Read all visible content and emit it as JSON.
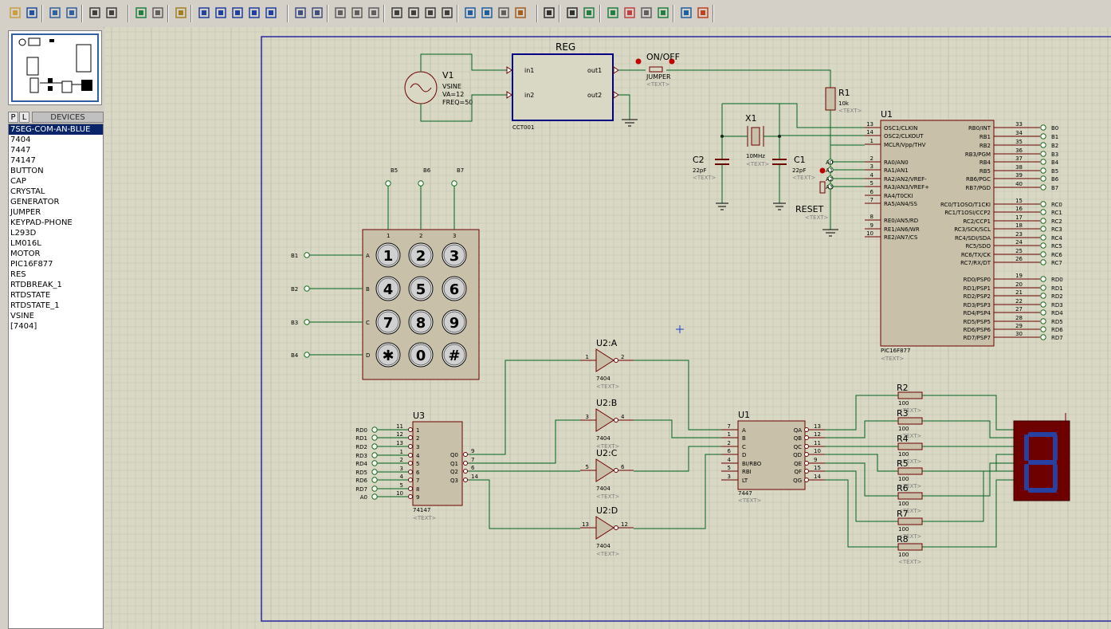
{
  "toolbar": {
    "buttons": [
      "open-folder-icon",
      "save-icon",
      "import-icon",
      "export-icon",
      "print-icon",
      "page-icon",
      "refresh-icon",
      "grid-icon",
      "origin-icon",
      "pan-icon",
      "zoom-in-icon",
      "zoom-out-icon",
      "zoom-all-icon",
      "zoom-area-icon",
      "undo-icon",
      "redo-icon",
      "cut-icon",
      "copy-icon",
      "paste-icon",
      "block-copy-icon",
      "block-move-icon",
      "block-rotate-icon",
      "block-delete-icon",
      "pick-device-icon",
      "make-device-icon",
      "decompose-icon",
      "wire-autorouter-icon",
      "search-tag-icon",
      "property-tool-icon",
      "netlist-icon",
      "bom-icon",
      "erc-icon",
      "delete-sheet-icon",
      "sheet-icon",
      "simulate-icon",
      "ares-icon"
    ]
  },
  "panel": {
    "tab_p": "P",
    "tab_l": "L",
    "header": "DEVICES",
    "devices": [
      "7SEG-COM-AN-BLUE",
      "7404",
      "7447",
      "74147",
      "BUTTON",
      "CAP",
      "CRYSTAL",
      "GENERATOR",
      "JUMPER",
      "KEYPAD-PHONE",
      "L293D",
      "LM016L",
      "MOTOR",
      "PIC16F877",
      "RES",
      "RTDBREAK_1",
      "RTDSTATE",
      "RTDSTATE_1",
      "VSINE",
      "[7404]"
    ]
  },
  "schematic": {
    "reg": {
      "label": "REG",
      "in1": "in1",
      "in2": "in2",
      "out1": "out1",
      "out2": "out2",
      "ref": "CCT001"
    },
    "v1": {
      "ref": "V1",
      "type": "VSINE",
      "va": "VA=12",
      "freq": "FREQ=50"
    },
    "switch": {
      "label": "ON/OFF",
      "type": "JUMPER",
      "text": "<TEXT>"
    },
    "r1": {
      "ref": "R1",
      "value": "10k",
      "text": "<TEXT>"
    },
    "x1": {
      "ref": "X1",
      "value": "10MHz",
      "text": "<TEXT>"
    },
    "c2": {
      "ref": "C2",
      "value": "22pF",
      "text": "<TEXT>"
    },
    "c1": {
      "ref": "C1",
      "value": "22pF",
      "text": "<TEXT>"
    },
    "reset": {
      "label": "RESET",
      "text": "<TEXT>"
    },
    "pic": {
      "ref": "U1",
      "part": "PIC16F877",
      "text": "<TEXT>",
      "left_pins": [
        {
          "num": "13",
          "name": "OSC1/CLKIN"
        },
        {
          "num": "14",
          "name": "OSC2/CLKOUT"
        },
        {
          "num": "1",
          "name": "MCLR/Vpp/THV"
        },
        {
          "num": "2",
          "name": "RA0/AN0"
        },
        {
          "num": "3",
          "name": "RA1/AN1"
        },
        {
          "num": "4",
          "name": "RA2/AN2/VREF-"
        },
        {
          "num": "5",
          "name": "RA3/AN3/VREF+"
        },
        {
          "num": "6",
          "name": "RA4/T0CKI"
        },
        {
          "num": "7",
          "name": "RA5/AN4/SS"
        },
        {
          "num": "8",
          "name": "RE0/AN5/RD"
        },
        {
          "num": "9",
          "name": "RE1/AN6/WR"
        },
        {
          "num": "10",
          "name": "RE2/AN7/CS"
        }
      ],
      "right_pins": [
        {
          "num": "33",
          "name": "RB0/INT",
          "net": "B0"
        },
        {
          "num": "34",
          "name": "RB1",
          "net": "B1"
        },
        {
          "num": "35",
          "name": "RB2",
          "net": "B2"
        },
        {
          "num": "36",
          "name": "RB3/PGM",
          "net": "B3"
        },
        {
          "num": "37",
          "name": "RB4",
          "net": "B4"
        },
        {
          "num": "38",
          "name": "RB5",
          "net": "B5"
        },
        {
          "num": "39",
          "name": "RB6/PGC",
          "net": "B6"
        },
        {
          "num": "40",
          "name": "RB7/PGD",
          "net": "B7"
        },
        {
          "num": "15",
          "name": "RC0/T1OSO/T1CKI",
          "net": "RC0"
        },
        {
          "num": "16",
          "name": "RC1/T1OSI/CCP2",
          "net": "RC1"
        },
        {
          "num": "17",
          "name": "RC2/CCP1",
          "net": "RC2"
        },
        {
          "num": "18",
          "name": "RC3/SCK/SCL",
          "net": "RC3"
        },
        {
          "num": "23",
          "name": "RC4/SDI/SDA",
          "net": "RC4"
        },
        {
          "num": "24",
          "name": "RC5/SDO",
          "net": "RC5"
        },
        {
          "num": "25",
          "name": "RC6/TX/CK",
          "net": "RC6"
        },
        {
          "num": "26",
          "name": "RC7/RX/DT",
          "net": "RC7"
        },
        {
          "num": "19",
          "name": "RD0/PSP0",
          "net": "RD0"
        },
        {
          "num": "20",
          "name": "RD1/PSP1",
          "net": "RD1"
        },
        {
          "num": "21",
          "name": "RD2/PSP2",
          "net": "RD2"
        },
        {
          "num": "22",
          "name": "RD3/PSP3",
          "net": "RD3"
        },
        {
          "num": "27",
          "name": "RD4/PSP4",
          "net": "RD4"
        },
        {
          "num": "28",
          "name": "RD5/PSP5",
          "net": "RD5"
        },
        {
          "num": "29",
          "name": "RD6/PSP6",
          "net": "RD6"
        },
        {
          "num": "30",
          "name": "RD7/PSP7",
          "net": "RD7"
        }
      ],
      "ra_nets": [
        "A0",
        "A1",
        "A2",
        "A3"
      ]
    },
    "keypad": {
      "cols": [
        "B5",
        "B6",
        "B7"
      ],
      "col_nums": [
        "1",
        "2",
        "3"
      ],
      "rows": [
        "B1",
        "B2",
        "B3",
        "B4"
      ],
      "row_letters": [
        "A",
        "B",
        "C",
        "D"
      ],
      "keys": [
        "1",
        "2",
        "3",
        "4",
        "5",
        "6",
        "7",
        "8",
        "9",
        "✱",
        "0",
        "#"
      ]
    },
    "u3": {
      "ref": "U3",
      "part": "74147",
      "text": "<TEXT>",
      "inputs": [
        {
          "net": "RD0",
          "num": "11",
          "pin": "1"
        },
        {
          "net": "RD1",
          "num": "12",
          "pin": "2"
        },
        {
          "net": "RD2",
          "num": "13",
          "pin": "3"
        },
        {
          "net": "RD3",
          "num": "1",
          "pin": "4"
        },
        {
          "net": "RD4",
          "num": "2",
          "pin": "5"
        },
        {
          "net": "RD5",
          "num": "3",
          "pin": "6"
        },
        {
          "net": "RD6",
          "num": "4",
          "pin": "7"
        },
        {
          "net": "RD7",
          "num": "5",
          "pin": "8"
        },
        {
          "net": "A0",
          "num": "10",
          "pin": "9"
        }
      ],
      "outputs": [
        {
          "name": "Q0",
          "num": "9"
        },
        {
          "name": "Q1",
          "num": "7"
        },
        {
          "name": "Q2",
          "num": "6"
        },
        {
          "name": "Q3",
          "num": "14"
        }
      ]
    },
    "gates": [
      {
        "ref": "U2:A",
        "in": "1",
        "out": "2",
        "part": "7404",
        "text": "<TEXT>"
      },
      {
        "ref": "U2:B",
        "in": "3",
        "out": "4",
        "part": "7404",
        "text": "<TEXT>"
      },
      {
        "ref": "U2:C",
        "in": "5",
        "out": "6",
        "part": "7404",
        "text": "<TEXT>"
      },
      {
        "ref": "U2:D",
        "in": "13",
        "out": "12",
        "part": "7404",
        "text": "<TEXT>"
      }
    ],
    "u1b": {
      "ref": "U1",
      "part": "7447",
      "text": "<TEXT>",
      "inputs": [
        {
          "num": "7",
          "name": "A"
        },
        {
          "num": "1",
          "name": "B"
        },
        {
          "num": "2",
          "name": "C"
        },
        {
          "num": "6",
          "name": "D"
        },
        {
          "num": "4",
          "name": "BI/RBO"
        },
        {
          "num": "5",
          "name": "RBI"
        },
        {
          "num": "3",
          "name": "LT"
        }
      ],
      "outputs": [
        {
          "num": "13",
          "name": "QA"
        },
        {
          "num": "12",
          "name": "QB"
        },
        {
          "num": "11",
          "name": "QC"
        },
        {
          "num": "10",
          "name": "QD"
        },
        {
          "num": "9",
          "name": "QE"
        },
        {
          "num": "15",
          "name": "QF"
        },
        {
          "num": "14",
          "name": "QG"
        }
      ]
    },
    "resistors": [
      {
        "ref": "R2",
        "value": "100",
        "text": "<TEXT>"
      },
      {
        "ref": "R3",
        "value": "100",
        "text": "<TEXT>"
      },
      {
        "ref": "R4",
        "value": "100",
        "text": "<TEXT>"
      },
      {
        "ref": "R5",
        "value": "100",
        "text": "<TEXT>"
      },
      {
        "ref": "R6",
        "value": "100",
        "text": "<TEXT>"
      },
      {
        "ref": "R7",
        "value": "100",
        "text": "<TEXT>"
      },
      {
        "ref": "R8",
        "value": "100",
        "text": "<TEXT>"
      }
    ],
    "display": {
      "digit": "8"
    }
  },
  "colors": {
    "wire": "#00641e",
    "body": "#c8c0a8",
    "outline": "#6e0000",
    "pin": "#6e0000",
    "sheet": "#2828a0",
    "grid": "#c0c0b0",
    "canvas": "#d8d8c4",
    "reg_border": "#000080",
    "display_bg": "#6e0000",
    "display_seg": "#2840a0"
  }
}
